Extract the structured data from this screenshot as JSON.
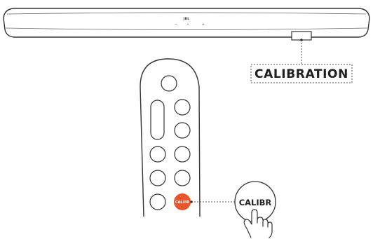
{
  "soundbar": {
    "logo": "JBL",
    "control_symbols": [
      "−",
      "•",
      "+"
    ]
  },
  "callout": {
    "label": "CALIBRATION"
  },
  "remote": {
    "calibrate_button_label": "CALIBR"
  },
  "zoom_bubble": {
    "label": "CALIBR"
  },
  "colors": {
    "accent": "#E8542C",
    "outline": "#333333",
    "leader_line": "#555555"
  }
}
